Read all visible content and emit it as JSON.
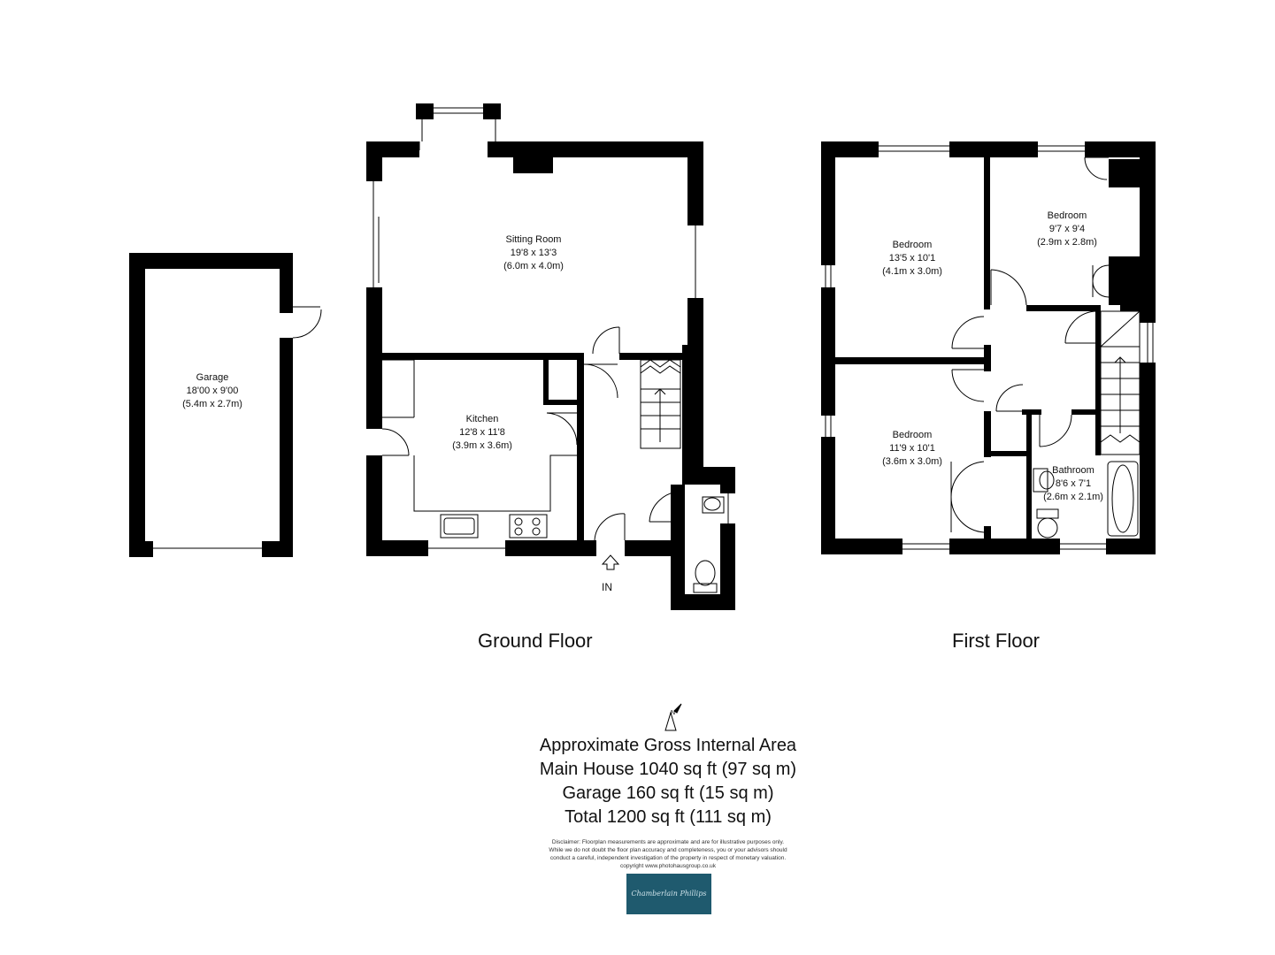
{
  "rooms": {
    "garage": {
      "name": "Garage",
      "imperial": "18'00 x 9'00",
      "metric": "(5.4m x 2.7m)"
    },
    "sitting_room": {
      "name": "Sitting Room",
      "imperial": "19'8 x 13'3",
      "metric": "(6.0m x 4.0m)"
    },
    "kitchen": {
      "name": "Kitchen",
      "imperial": "12'8 x 11'8",
      "metric": "(3.9m x 3.6m)"
    },
    "bedroom_1": {
      "name": "Bedroom",
      "imperial": "13'5 x 10'1",
      "metric": "(4.1m x 3.0m)"
    },
    "bedroom_2": {
      "name": "Bedroom",
      "imperial": "9'7 x 9'4",
      "metric": "(2.9m x 2.8m)"
    },
    "bedroom_3": {
      "name": "Bedroom",
      "imperial": "11'9 x 10'1",
      "metric": "(3.6m x 3.0m)"
    },
    "bathroom": {
      "name": "Bathroom",
      "imperial": "8'6 x 7'1",
      "metric": "(2.6m x 2.1m)"
    }
  },
  "entrance_label": "IN",
  "floors": {
    "ground": "Ground Floor",
    "first": "First Floor"
  },
  "area": {
    "heading": "Approximate Gross Internal Area",
    "main_house": "Main House 1040 sq ft  (97 sq m)",
    "garage": "Garage 160 sq ft (15 sq m)",
    "total": "Total 1200 sq ft (111 sq m)"
  },
  "disclaimer": [
    "Disclaimer: Floorplan measurements are approximate and are for illustrative purposes only.",
    "While we do not doubt the floor plan accuracy and completeness, you or your advisors should",
    "conduct a careful, independent investigation of the property in respect of monetary valuation.",
    "copyright www.photohausgroup.co.uk"
  ],
  "logo_text": "Chamberlain Phillips",
  "colors": {
    "wall": "#000000",
    "logo_bg": "#1f5a6e"
  }
}
